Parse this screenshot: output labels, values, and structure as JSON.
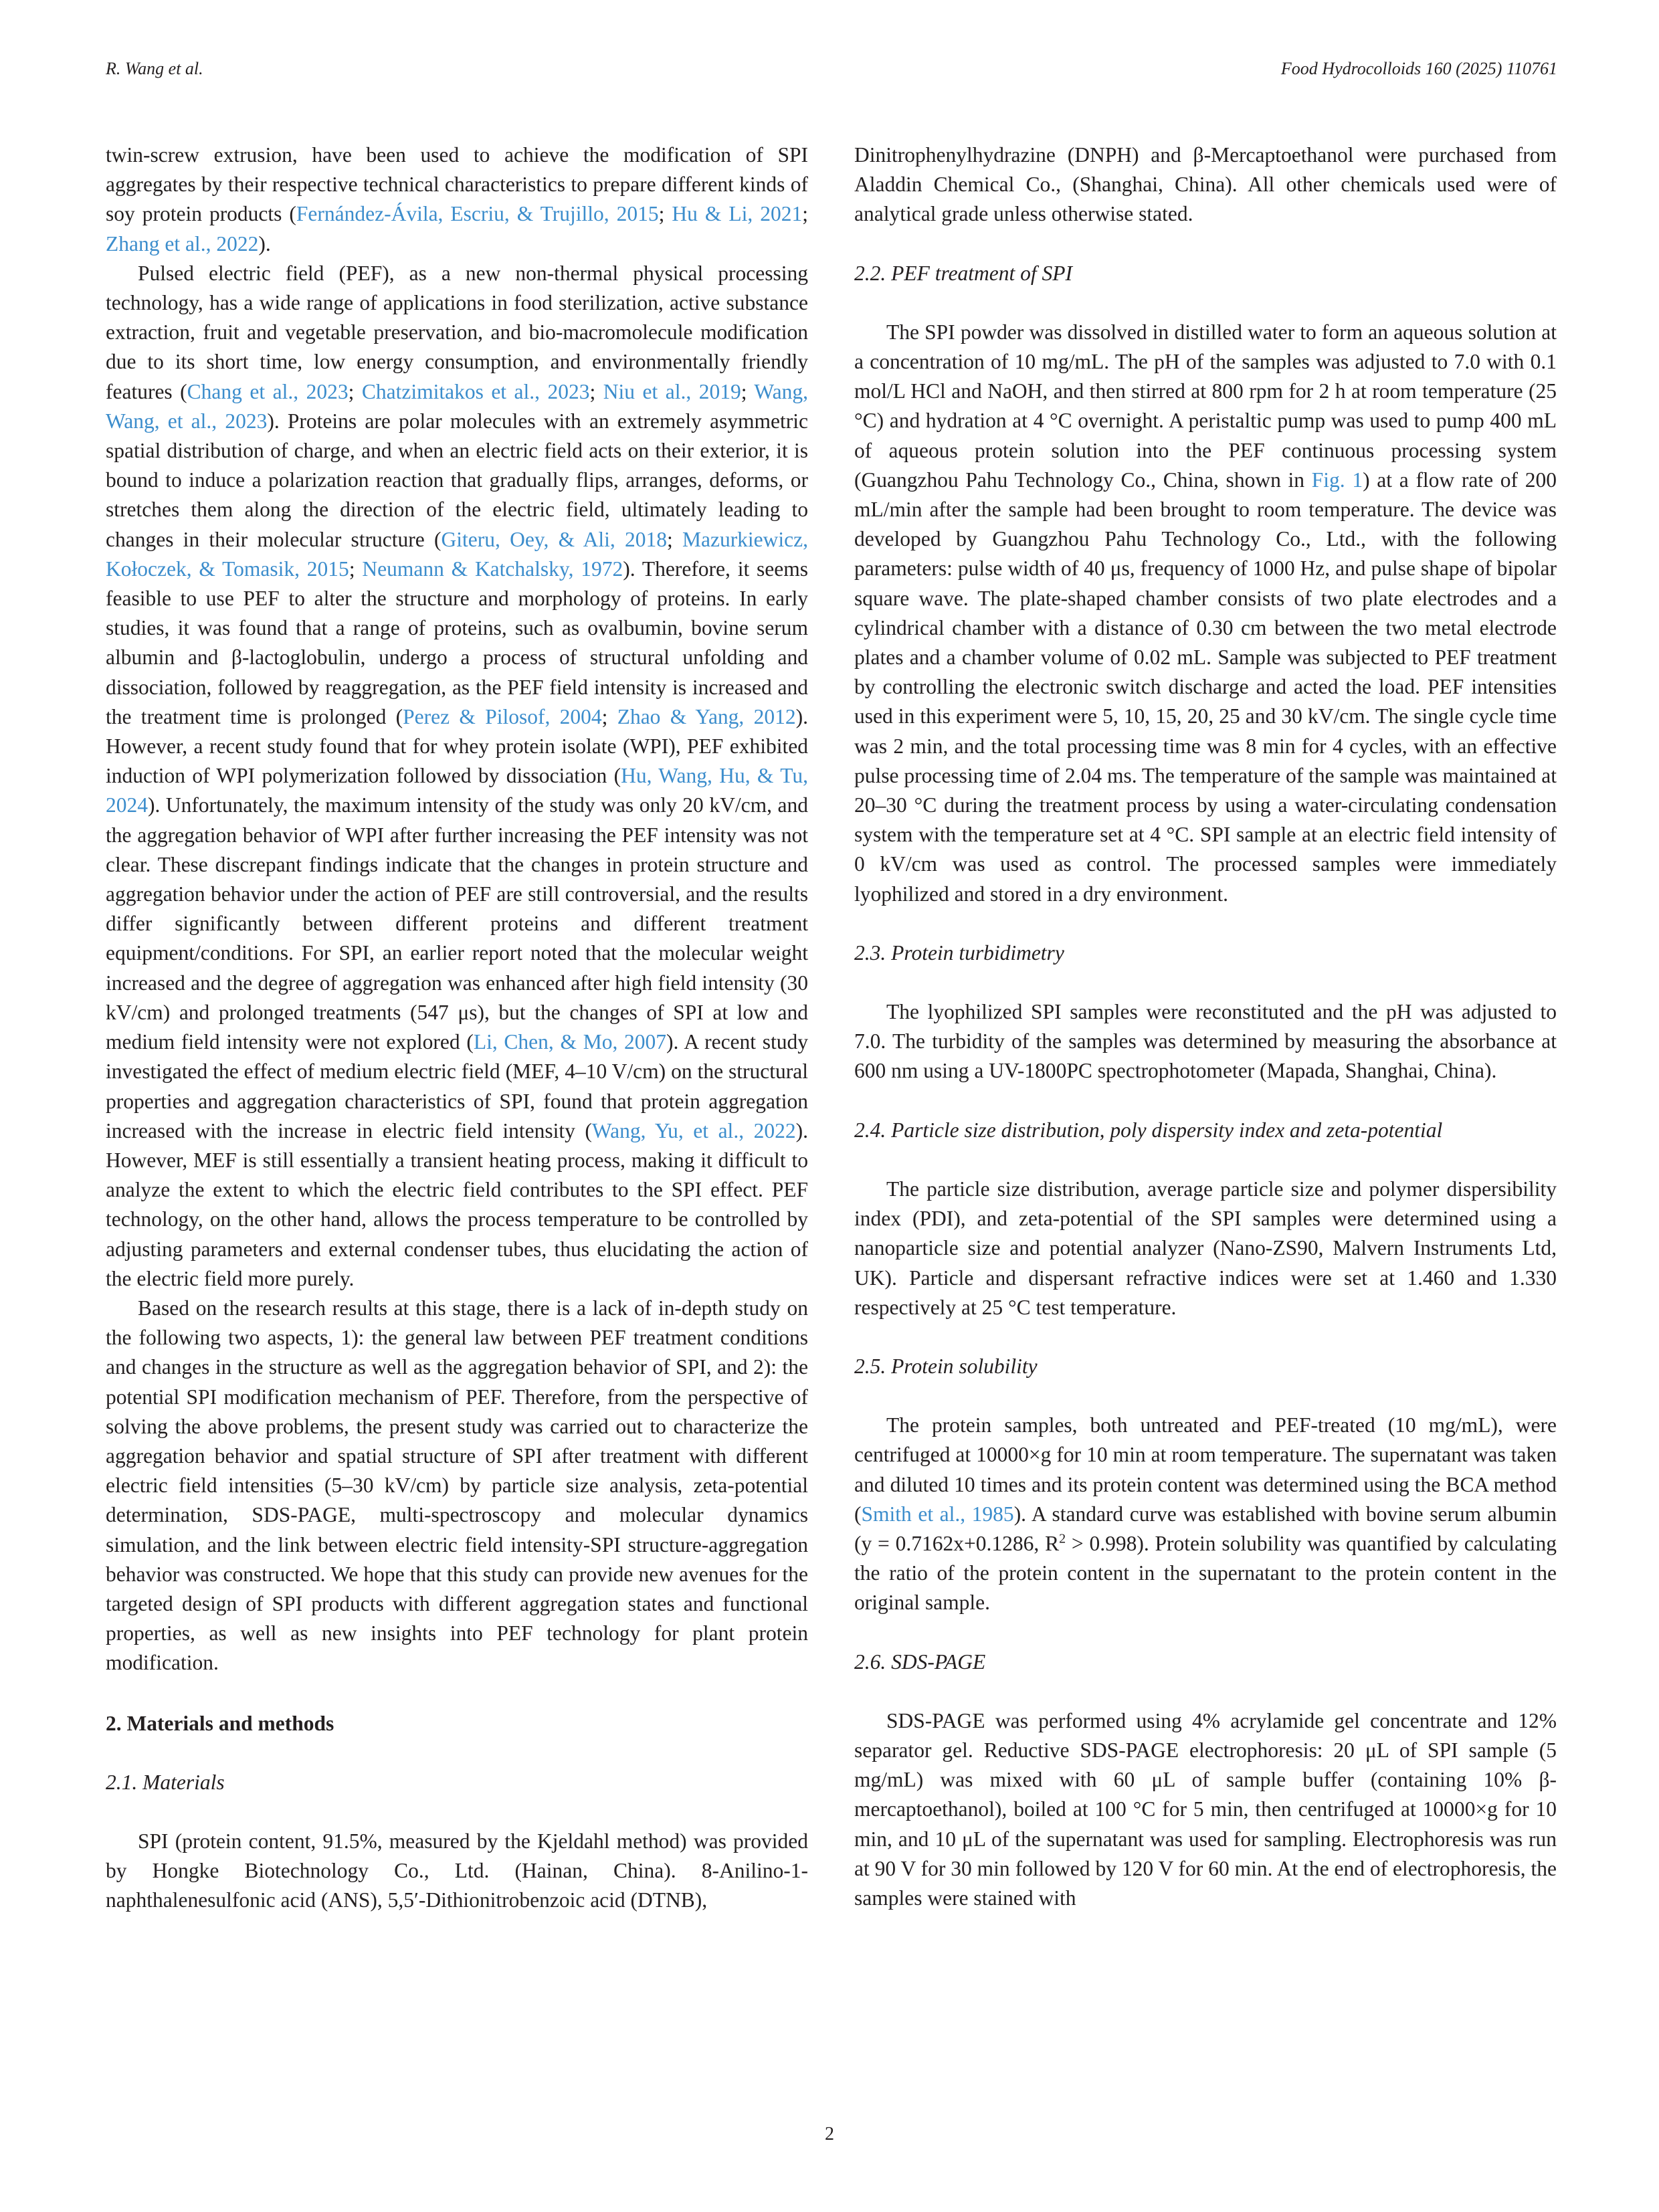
{
  "header": {
    "left": "R. Wang et al.",
    "right": "Food Hydrocolloids 160 (2025) 110761"
  },
  "left_column": {
    "p1": {
      "t1": "twin-screw extrusion, have been used to achieve the modification of SPI aggregates by their respective technical characteristics to prepare different kinds of soy protein products (",
      "c1": "Fernández-Ávila, Escriu, & Trujillo, 2015",
      "t2": "; ",
      "c2": "Hu & Li, 2021",
      "t3": "; ",
      "c3": "Zhang et al., 2022",
      "t4": ")."
    },
    "p2": {
      "t1": "Pulsed electric field (PEF), as a new non-thermal physical processing technology, has a wide range of applications in food sterilization, active substance extraction, fruit and vegetable preservation, and bio-macromolecule modification due to its short time, low energy consumption, and environmentally friendly features (",
      "c1": "Chang et al., 2023",
      "t2": "; ",
      "c2": "Chatzimitakos et al., 2023",
      "t3": "; ",
      "c3": "Niu et al., 2019",
      "t4": "; ",
      "c4": "Wang, Wang, et al., 2023",
      "t5": "). Proteins are polar molecules with an extremely asymmetric spatial distribution of charge, and when an electric field acts on their exterior, it is bound to induce a polarization reaction that gradually flips, arranges, deforms, or stretches them along the direction of the electric field, ultimately leading to changes in their molecular structure (",
      "c5": "Giteru, Oey, & Ali, 2018",
      "t6": "; ",
      "c6": "Mazurkiewicz, Kołoczek, & Tomasik, 2015",
      "t7": "; ",
      "c7": "Neumann & Katchalsky, 1972",
      "t8": "). Therefore, it seems feasible to use PEF to alter the structure and morphology of proteins. In early studies, it was found that a range of proteins, such as ovalbumin, bovine serum albumin and β-lactoglobulin, undergo a process of structural unfolding and dissociation, followed by reaggregation, as the PEF field intensity is increased and the treatment time is prolonged (",
      "c8": "Perez & Pilosof, 2004",
      "t9": "; ",
      "c9": "Zhao & Yang, 2012",
      "t10": "). However, a recent study found that for whey protein isolate (WPI), PEF exhibited induction of WPI polymerization followed by dissociation (",
      "c10": "Hu, Wang, Hu, & Tu, 2024",
      "t11": "). Unfortunately, the maximum intensity of the study was only 20 kV/cm, and the aggregation behavior of WPI after further increasing the PEF intensity was not clear. These discrepant findings indicate that the changes in protein structure and aggregation behavior under the action of PEF are still controversial, and the results differ significantly between different proteins and different treatment equipment/conditions. For SPI, an earlier report noted that the molecular weight increased and the degree of aggregation was enhanced after high field intensity (30 kV/cm) and prolonged treatments (547 μs), but the changes of SPI at low and medium field intensity were not explored (",
      "c11": "Li, Chen, & Mo, 2007",
      "t12": "). A recent study investigated the effect of medium electric field (MEF, 4–10 V/cm) on the structural properties and aggregation characteristics of SPI, found that protein aggregation increased with the increase in electric field intensity (",
      "c12": "Wang, Yu, et al., 2022",
      "t13": "). However, MEF is still essentially a transient heating process, making it difficult to analyze the extent to which the electric field contributes to the SPI effect. PEF technology, on the other hand, allows the process temperature to be controlled by adjusting parameters and external condenser tubes, thus elucidating the action of the electric field more purely."
    },
    "p3": "Based on the research results at this stage, there is a lack of in-depth study on the following two aspects, 1): the general law between PEF treatment conditions and changes in the structure as well as the aggregation behavior of SPI, and 2): the potential SPI modification mechanism of PEF. Therefore, from the perspective of solving the above problems, the present study was carried out to characterize the aggregation behavior and spatial structure of SPI after treatment with different electric field intensities (5–30 kV/cm) by particle size analysis, zeta-potential determination, SDS-PAGE, multi-spectroscopy and molecular dynamics simulation, and the link between electric field intensity-SPI structure-aggregation behavior was constructed. We hope that this study can provide new avenues for the targeted design of SPI products with different aggregation states and functional properties, as well as new insights into PEF technology for plant protein modification.",
    "section2": "2.  Materials and methods",
    "sub21": "2.1.  Materials",
    "p4": "SPI (protein content, 91.5%, measured by the Kjeldahl method) was provided by Hongke Biotechnology Co., Ltd. (Hainan, China). 8-Anilino-1-naphthalenesulfonic acid (ANS), 5,5′-Dithionitrobenzoic acid (DTNB),"
  },
  "right_column": {
    "p1": "Dinitrophenylhydrazine (DNPH) and β-Mercaptoethanol were purchased from Aladdin Chemical Co., (Shanghai, China). All other chemicals used were of analytical grade unless otherwise stated.",
    "sub22": "2.2.  PEF treatment of SPI",
    "p2": {
      "t1": "The SPI powder was dissolved in distilled water to form an aqueous solution at a concentration of 10 mg/mL. The pH of the samples was adjusted to 7.0 with 0.1 mol/L HCl and NaOH, and then stirred at 800 rpm for 2 h at room temperature (25 °C) and hydration at 4 °C overnight. A peristaltic pump was used to pump 400 mL of aqueous protein solution into the PEF continuous processing system (Guangzhou Pahu Technology Co., China, shown in ",
      "c1": "Fig. 1",
      "t2": ") at a flow rate of 200 mL/min after the sample had been brought to room temperature. The device was developed by Guangzhou Pahu Technology Co., Ltd., with the following parameters: pulse width of 40 μs, frequency of 1000 Hz, and pulse shape of bipolar square wave. The plate-shaped chamber consists of two plate electrodes and a cylindrical chamber with a distance of 0.30 cm between the two metal electrode plates and a chamber volume of 0.02 mL. Sample was subjected to PEF treatment by controlling the electronic switch discharge and acted the load. PEF intensities used in this experiment were 5, 10, 15, 20, 25 and 30 kV/cm. The single cycle time was 2 min, and the total processing time was 8 min for 4 cycles, with an effective pulse processing time of 2.04 ms. The temperature of the sample was maintained at 20–30 °C during the treatment process by using a water-circulating condensation system with the temperature set at 4 °C. SPI sample at an electric field intensity of 0 kV/cm was used as control. The processed samples were immediately lyophilized and stored in a dry environment."
    },
    "sub23": "2.3.  Protein turbidimetry",
    "p3": "The lyophilized SPI samples were reconstituted and the pH was adjusted to 7.0. The turbidity of the samples was determined by measuring the absorbance at 600 nm using a UV-1800PC spectrophotometer (Mapada, Shanghai, China).",
    "sub24": "2.4.  Particle size distribution, poly dispersity index and zeta-potential",
    "p4": "The particle size distribution, average particle size and polymer dispersibility index (PDI), and zeta-potential of the SPI samples were determined using a nanoparticle size and potential analyzer (Nano-ZS90, Malvern Instruments Ltd, UK). Particle and dispersant refractive indices were set at 1.460 and 1.330 respectively at 25 °C test temperature.",
    "sub25": "2.5.  Protein solubility",
    "p5": {
      "t1": "The protein samples, both untreated and PEF-treated (10 mg/mL), were centrifuged at 10000×g for 10 min at room temperature. The supernatant was taken and diluted 10 times and its protein content was determined using the BCA method (",
      "c1": "Smith et al., 1985",
      "t2": "). A standard curve was established with bovine serum albumin (y = 0.7162x+0.1286, R",
      "sup": "2",
      "t3": " > 0.998). Protein solubility was quantified by calculating the ratio of the protein content in the supernatant to the protein content in the original sample."
    },
    "sub26": "2.6.  SDS-PAGE",
    "p6": "SDS-PAGE was performed using 4% acrylamide gel concentrate and 12% separator gel. Reductive SDS-PAGE electrophoresis: 20 μL of SPI sample (5 mg/mL) was mixed with 60 μL of sample buffer (containing 10% β-mercaptoethanol), boiled at 100 °C for 5 min, then centrifuged at 10000×g for 10 min, and 10 μL of the supernatant was used for sampling. Electrophoresis was run at 90 V for 30 min followed by 120 V for 60 min. At the end of electrophoresis, the samples were stained with"
  },
  "page_number": "2"
}
